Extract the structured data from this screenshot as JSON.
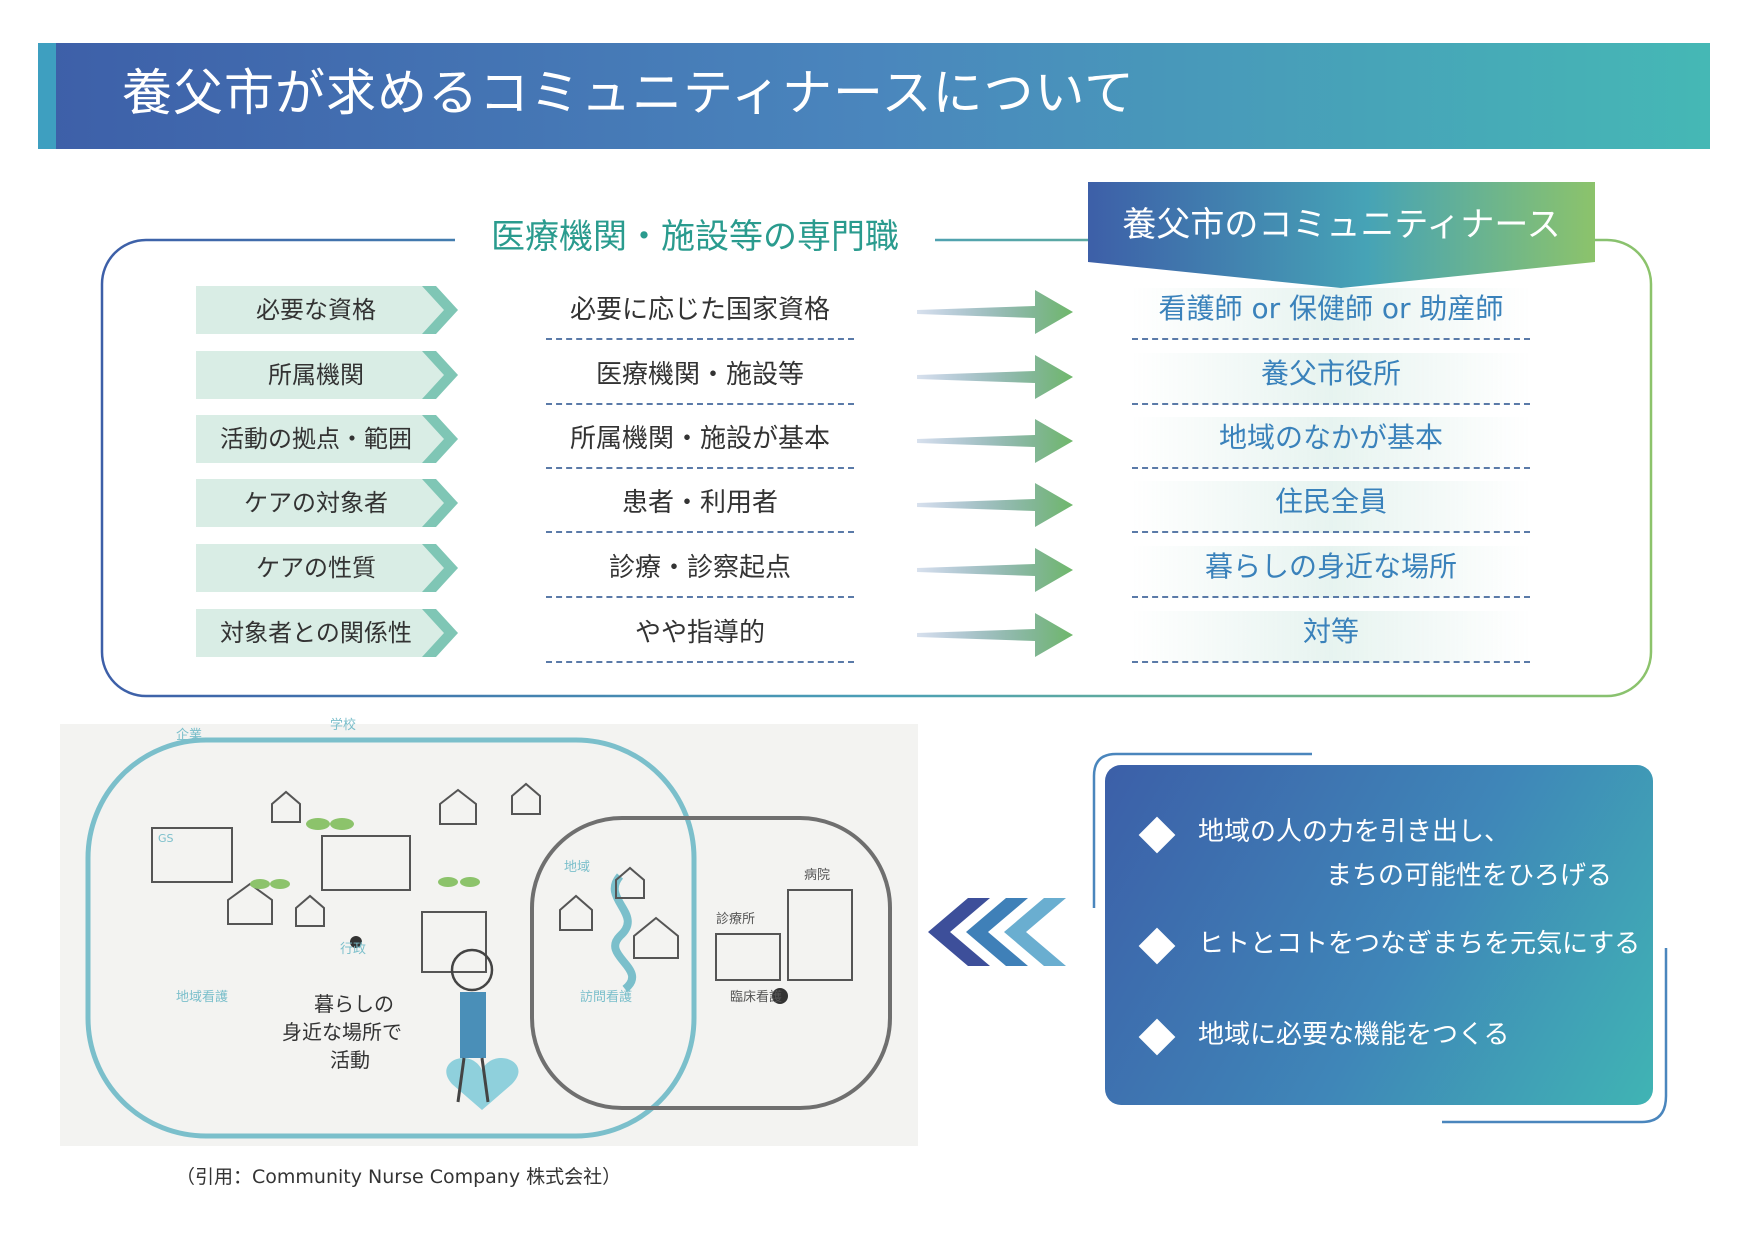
{
  "title": "養父市が求めるコミュニティナースについて",
  "compare": {
    "left_heading": "医療機関・施設等の専門職",
    "right_heading": "養父市のコミュニティナース",
    "rows": [
      {
        "category": "必要な資格",
        "professional": "必要に応じた国家資格",
        "community": "看護師 or 保健師 or 助産師"
      },
      {
        "category": "所属機関",
        "professional": "医療機関・施設等",
        "community": "養父市役所"
      },
      {
        "category": "活動の拠点・範囲",
        "professional": "所属機関・施設が基本",
        "community": "地域のなかが基本"
      },
      {
        "category": "ケアの対象者",
        "professional": "患者・利用者",
        "community": "住民全員"
      },
      {
        "category": "ケアの性質",
        "professional": "診療・診察起点",
        "community": "暮らしの身近な場所"
      },
      {
        "category": "対象者との関係性",
        "professional": "やや指導的",
        "community": "対等"
      }
    ]
  },
  "illustration": {
    "labels": {
      "company": "企業",
      "school": "学校",
      "gas_station": "GS",
      "administration": "行政",
      "community_nursing": "地域看護",
      "area": "地域",
      "hospital": "病院",
      "clinic": "診療所",
      "home_visit_nursing": "訪問看護",
      "clinical_nursing": "臨床看護",
      "handwritten_line1": "暮らしの",
      "handwritten_line2": "身近な場所で",
      "handwritten_line3": "活動"
    },
    "credit": "（引用：Community Nurse Company 株式会社）"
  },
  "goals": {
    "items": [
      {
        "line1": "地域の人の力を引き出し、",
        "line2": "まちの可能性をひろげる"
      },
      {
        "line1": "ヒトとコトをつなぎまちを元気にする"
      },
      {
        "line1": "地域に必要な機能をつくる"
      }
    ]
  },
  "colors": {
    "title_gradient_start": "#3d5fa8",
    "title_gradient_end": "#45b8b5",
    "left_heading": "#2a9b8e",
    "community_text": "#3a82bb",
    "category_bg": "#d9ede5",
    "arrow": "#6fb86a"
  }
}
